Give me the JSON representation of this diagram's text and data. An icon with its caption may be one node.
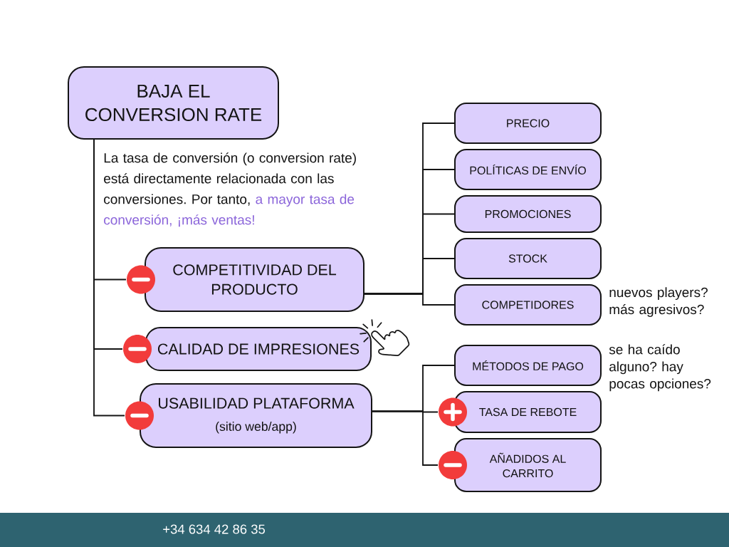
{
  "diagram": {
    "nodes": [
      {
        "text": [
          "BAJA EL CONVERSION RATE"
        ]
      },
      {
        "text": [
          "COMPETITIVIDAD DEL PRODUCTO"
        ]
      },
      {
        "text": [
          "CALIDAD DE IMPRESIONES"
        ]
      },
      {
        "text": [
          "USABILIDAD PLATAFORMA",
          "(sitio web/app)"
        ]
      },
      {
        "text": [
          "PRECIO"
        ]
      },
      {
        "text": [
          "POLÍTICAS DE ENVÍO"
        ]
      },
      {
        "text": [
          "PROMOCIONES"
        ]
      },
      {
        "text": [
          "STOCK"
        ]
      },
      {
        "text": [
          "COMPETIDORES"
        ],
        "beside": [
          "nuevos players? más agresivos?"
        ]
      },
      {
        "text": [
          "MÉTODOS DE PAGO"
        ],
        "beside": [
          "se ha caído alguno? hay pocas opciones?"
        ]
      },
      {
        "text": [
          "TASA DE REBOTE"
        ]
      },
      {
        "text": [
          "AÑADIDOS AL CARRITO"
        ]
      }
    ],
    "edges": [
      {
        "from": 0,
        "to": 1,
        "arrow": "none"
      },
      {
        "from": 0,
        "to": 2,
        "arrow": "none"
      },
      {
        "from": 0,
        "to": 3,
        "arrow": "none"
      },
      {
        "from": 1,
        "to": 4,
        "arrow": "none"
      },
      {
        "from": 1,
        "to": 5,
        "arrow": "none"
      },
      {
        "from": 1,
        "to": 6,
        "arrow": "none"
      },
      {
        "from": 1,
        "to": 7,
        "arrow": "none"
      },
      {
        "from": 1,
        "to": 8,
        "arrow": "none"
      },
      {
        "from": 3,
        "to": 9,
        "arrow": "none"
      },
      {
        "from": 3,
        "to": 10,
        "arrow": "none"
      },
      {
        "from": 3,
        "to": 11,
        "arrow": "none"
      }
    ],
    "labels": [
      "La tasa de conversión (o conversion rate) está directamente relacionada con las conversiones. Por tanto,",
      "a mayor tasa de conversión, ¡más ventas!",
      "+34 634 42 86 35"
    ]
  }
}
